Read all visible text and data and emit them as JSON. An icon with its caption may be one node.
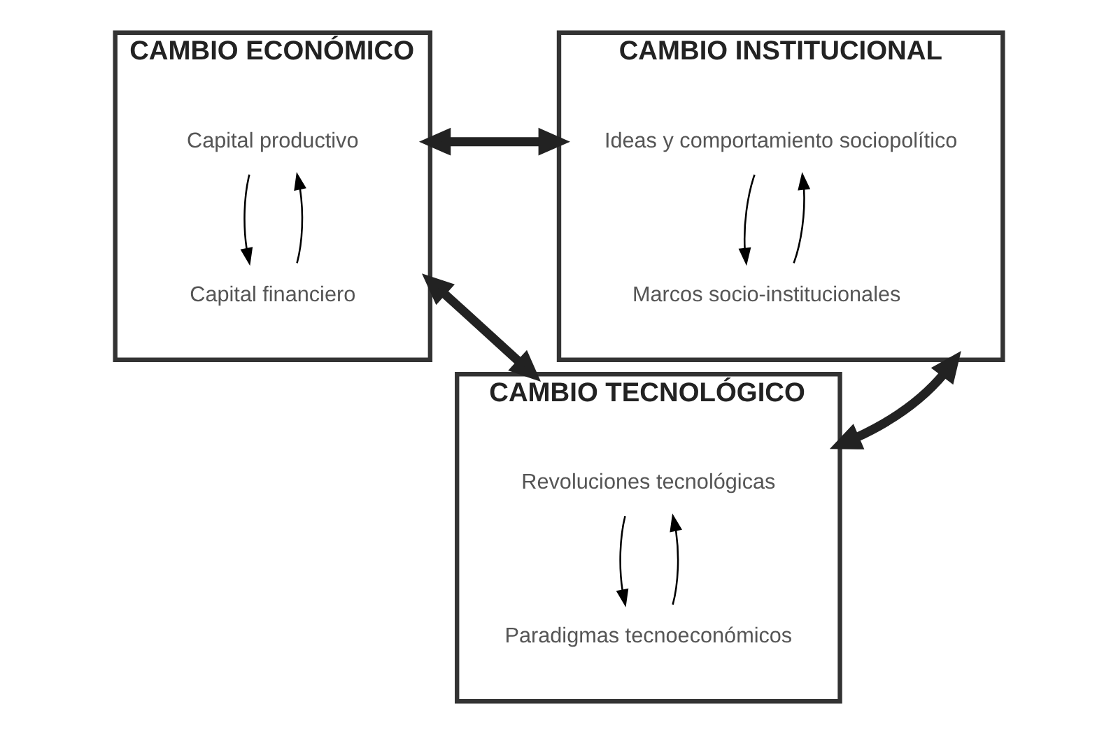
{
  "diagram": {
    "nodes": [
      {
        "text": [
          "CAMBIO ECONÓMICO"
        ]
      },
      {
        "text": [
          "Capital productivo"
        ],
        "in": 0
      },
      {
        "text": [
          "Capital financiero"
        ],
        "in": 0
      },
      {
        "text": [
          "CAMBIO INSTITUCIONAL"
        ]
      },
      {
        "text": [
          "Ideas y comportamiento sociopolítico"
        ],
        "in": 3
      },
      {
        "text": [
          "Marcos socio-institucionales"
        ],
        "in": 3
      },
      {
        "text": [
          "CAMBIO TECNOLÓGICO"
        ]
      },
      {
        "text": [
          "Revoluciones tecnológicas"
        ],
        "in": 6
      },
      {
        "text": [
          "Paradigmas tecnoeconómicos"
        ],
        "in": 6
      }
    ],
    "edges": [
      {
        "from": 0,
        "to": 3,
        "arrow": "both",
        "style": "thick"
      },
      {
        "from": 1,
        "to": 2,
        "arrow": "to"
      },
      {
        "from": 2,
        "to": 1,
        "arrow": "to"
      },
      {
        "from": 4,
        "to": 5,
        "arrow": "to"
      },
      {
        "from": 5,
        "to": 4,
        "arrow": "to"
      },
      {
        "from": 0,
        "to": 6,
        "arrow": "both",
        "style": "thick"
      },
      {
        "from": 3,
        "to": 6,
        "arrow": "both",
        "style": "thick"
      },
      {
        "from": 7,
        "to": 8,
        "arrow": "to"
      },
      {
        "from": 8,
        "to": 7,
        "arrow": "to"
      }
    ]
  }
}
